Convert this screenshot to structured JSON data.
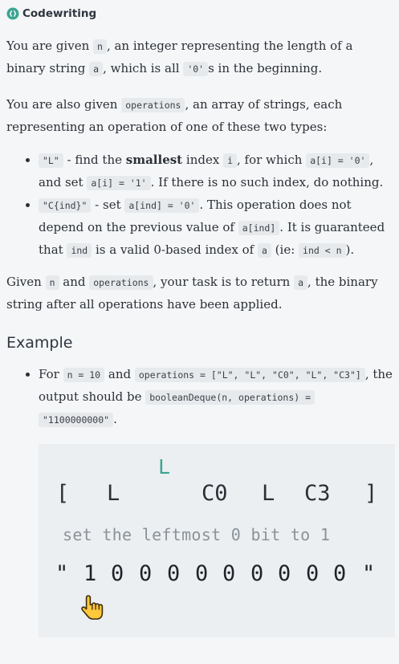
{
  "brand": {
    "name": "Codewriting",
    "icon": "codewriting-logo-icon",
    "accent": "#3aa591"
  },
  "description": {
    "p1": {
      "t1": "You are given ",
      "c1": "n",
      "t2": ", an integer representing the length of a binary string ",
      "c2": "a",
      "t3": ", which is all ",
      "c3": "'0'",
      "t4": "s in the beginning."
    },
    "p2": {
      "t1": "You are also given ",
      "c1": "operations",
      "t2": ", an array of strings, each representing an operation of one of these two types:"
    },
    "bullet1": {
      "c1": "\"L\"",
      "t1": " - find the ",
      "b1": "smallest",
      "t2": " index ",
      "c2": "i",
      "t3": ", for which ",
      "c3": "a[i] = '0'",
      "t4": ", and set ",
      "c4": "a[i] = '1'",
      "t5": ". If there is no such index, do nothing."
    },
    "bullet2": {
      "c1": "\"C{ind}\"",
      "t1": " - set ",
      "c2": "a[ind] = '0'",
      "t2": ". This operation does not depend on the previous value of ",
      "c3": "a[ind]",
      "t3": ". It is guaranteed that ",
      "c4": "ind",
      "t4": " is a valid 0-based index of ",
      "c5": "a",
      "t5": " (ie: ",
      "c6": "ind < n",
      "t6": ")."
    },
    "p3": {
      "t1": "Given ",
      "c1": "n",
      "t2": " and ",
      "c2": "operations",
      "t3": ", your task is to return ",
      "c3": "a",
      "t4": ", the binary string after all operations have been applied."
    }
  },
  "example": {
    "heading": "Example",
    "bullet": {
      "t1": "For ",
      "c1": "n = 10",
      "t2": " and ",
      "c2": "operations = [\"L\", \"L\", \"C0\", \"L\", \"C3\"]",
      "t3": ", the output should be ",
      "c3": "booleanDeque(n, operations) =",
      "c4": "\"1100000000\"",
      "t4": "."
    }
  },
  "diagram": {
    "marker": "L",
    "ops": [
      "[",
      "L",
      "C0",
      "L",
      "C3",
      "]"
    ],
    "caption": "set the leftmost 0 bit to 1",
    "bits": [
      "\"",
      "1",
      "0",
      "0",
      "0",
      "0",
      "0",
      "0",
      "0",
      "0",
      "0",
      "\""
    ],
    "pointer_icon": "pointing-hand-icon"
  }
}
